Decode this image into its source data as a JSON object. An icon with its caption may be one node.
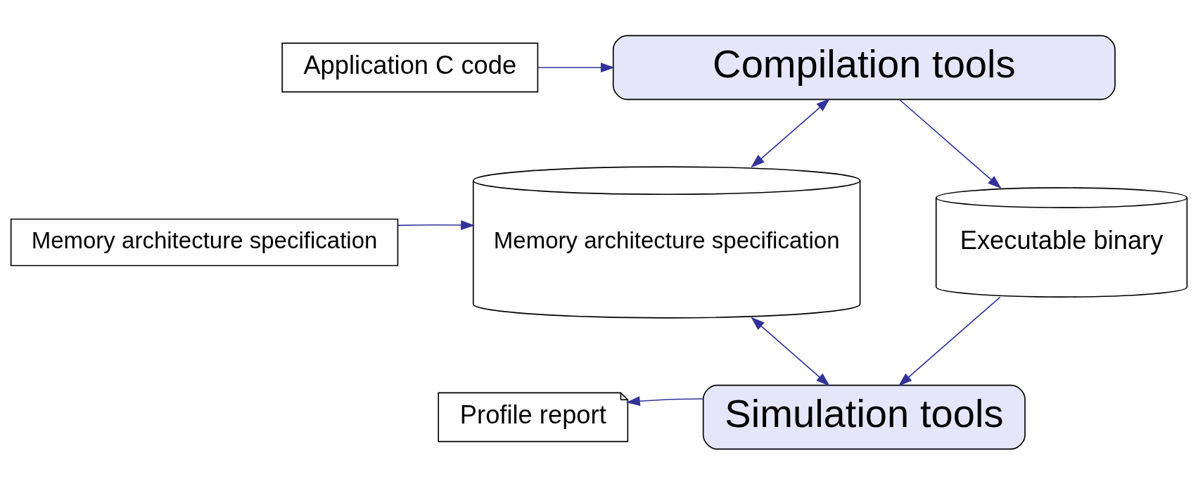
{
  "diagram": {
    "nodes": [
      {
        "text": [
          "Application C code"
        ]
      },
      {
        "text": [
          "Compilation tools"
        ]
      },
      {
        "text": [
          "Memory architecture specification"
        ]
      },
      {
        "text": [
          "Memory architecture specification"
        ]
      },
      {
        "text": [
          "Executable binary"
        ]
      },
      {
        "text": [
          "Profile report"
        ]
      },
      {
        "text": [
          "Simulation tools"
        ]
      }
    ],
    "edges": [
      {
        "from": 0,
        "to": 1,
        "arrow": "to"
      },
      {
        "from": 1,
        "to": 3,
        "arrow": "both"
      },
      {
        "from": 1,
        "to": 4,
        "arrow": "to"
      },
      {
        "from": 2,
        "to": 3,
        "arrow": "to"
      },
      {
        "from": 3,
        "to": 6,
        "arrow": "both"
      },
      {
        "from": 4,
        "to": 6,
        "arrow": "to"
      },
      {
        "from": 6,
        "to": 5,
        "arrow": "to"
      }
    ]
  }
}
